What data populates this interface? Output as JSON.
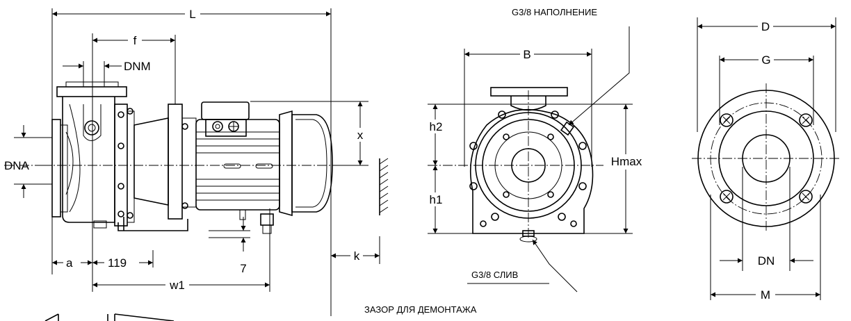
{
  "labels": {
    "L": "L",
    "f": "f",
    "DNM": "DNM",
    "DNA": "DNA",
    "x": "x",
    "a": "a",
    "dim_119": "119",
    "w1": "w1",
    "dim_7": "7",
    "k": "k",
    "B": "B",
    "h2": "h2",
    "h1": "h1",
    "Hmax": "Hmax",
    "D": "D",
    "G": "G",
    "DN": "DN",
    "M": "M"
  },
  "notes": {
    "fill_port": "G3/8 НАПОЛНЕНИЕ",
    "drain_port": "G3/8 СЛИВ",
    "clearance": "ЗАЗОР ДЛЯ ДЕМОНТАЖА"
  }
}
